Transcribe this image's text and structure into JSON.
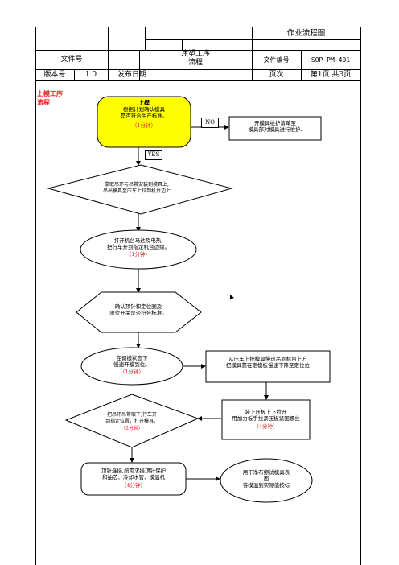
{
  "header": {
    "doc_title": "作业流程图",
    "file_no_label": "文件号",
    "process_name": "注塑工序\n流程",
    "doc_code_label": "文件编号",
    "doc_code": "SOP-PM-401",
    "version_label": "版本号",
    "version": "1.0",
    "release_date_label": "发布日期",
    "page_label": "页次",
    "page_value": "第1页 共3页"
  },
  "section_title": "上模工序\n流程",
  "flow": {
    "step1": {
      "title": "上模",
      "text": "根据计划确认模具\n是否符合生产标准。",
      "time": "（1分钟）"
    },
    "no_label": "NO",
    "yes_label": "YES",
    "no_branch": "开模具维护清单至\n模具部对模具进行维护.",
    "step2": "拿取吊环与吊带安装到模具上,\n吊出模具至压车上拉到机台边上",
    "step3": {
      "text": "打开机台马达及电热,\n把行车开到指定机台边缘。",
      "time": "（1分钟）"
    },
    "step4": "确认顶针和定位圈及\n限位开关是否符合标准。",
    "step5": {
      "text": "在调模状态下\n慢速开模到位。",
      "time": "（1分钟）"
    },
    "step6": "从压车上把模具慢速吊到机台上方\n把模具靠在定模板慢速下降至定位位",
    "step7": {
      "text": "装上压板上下拉开\n用加力板手拉紧压板紧固螺丝",
      "time": "（4分钟）"
    },
    "step8": {
      "text": "把吊环吊带取下,行车开\n到指定位置，打开模具。",
      "time": "（2分钟）"
    },
    "step9": {
      "text": "顶针连接,按需求接顶针保护\n和抽芯、冷却水管、模温机",
      "time": "（4分钟）"
    },
    "step10": "用干净布擦试模具表\n面\n待模温到实际值按标"
  },
  "colors": {
    "decision_fill": "#ffff00",
    "accent_red": "#e0201f"
  }
}
